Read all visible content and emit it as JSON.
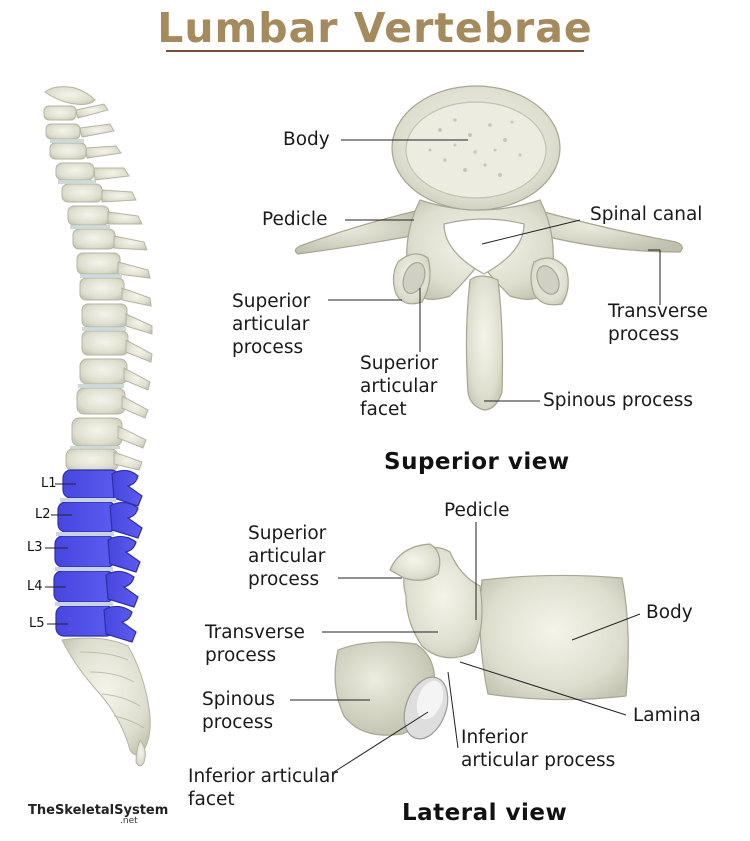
{
  "title": "Lumbar Vertebrae",
  "spine": {
    "levels": [
      "L1",
      "L2",
      "L3",
      "L4",
      "L5"
    ],
    "highlight_color": "#4d4de8"
  },
  "superior_view": {
    "heading": "Superior view",
    "labels": {
      "body": "Body",
      "pedicle": "Pedicle",
      "spinal_canal": "Spinal canal",
      "superior_articular_process": "Superior\narticular\nprocess",
      "transverse_process": "Transverse\nprocess",
      "superior_articular_facet": "Superior\narticular\nfacet",
      "spinous_process": "Spinous process"
    }
  },
  "lateral_view": {
    "heading": "Lateral view",
    "labels": {
      "pedicle": "Pedicle",
      "superior_articular_process": "Superior\narticular\nprocess",
      "body": "Body",
      "transverse_process": "Transverse\nprocess",
      "spinous_process": "Spinous\nprocess",
      "lamina": "Lamina",
      "inferior_articular_process": "Inferior\narticular process",
      "inferior_articular_facet": "Inferior articular\nfacet"
    }
  },
  "brand": {
    "name": "TheSkeletalSystem",
    "suffix": ".net"
  },
  "colors": {
    "title": "#a48a5c",
    "bone": "#e3e3d6",
    "bone_edge": "#b8b8a6"
  }
}
